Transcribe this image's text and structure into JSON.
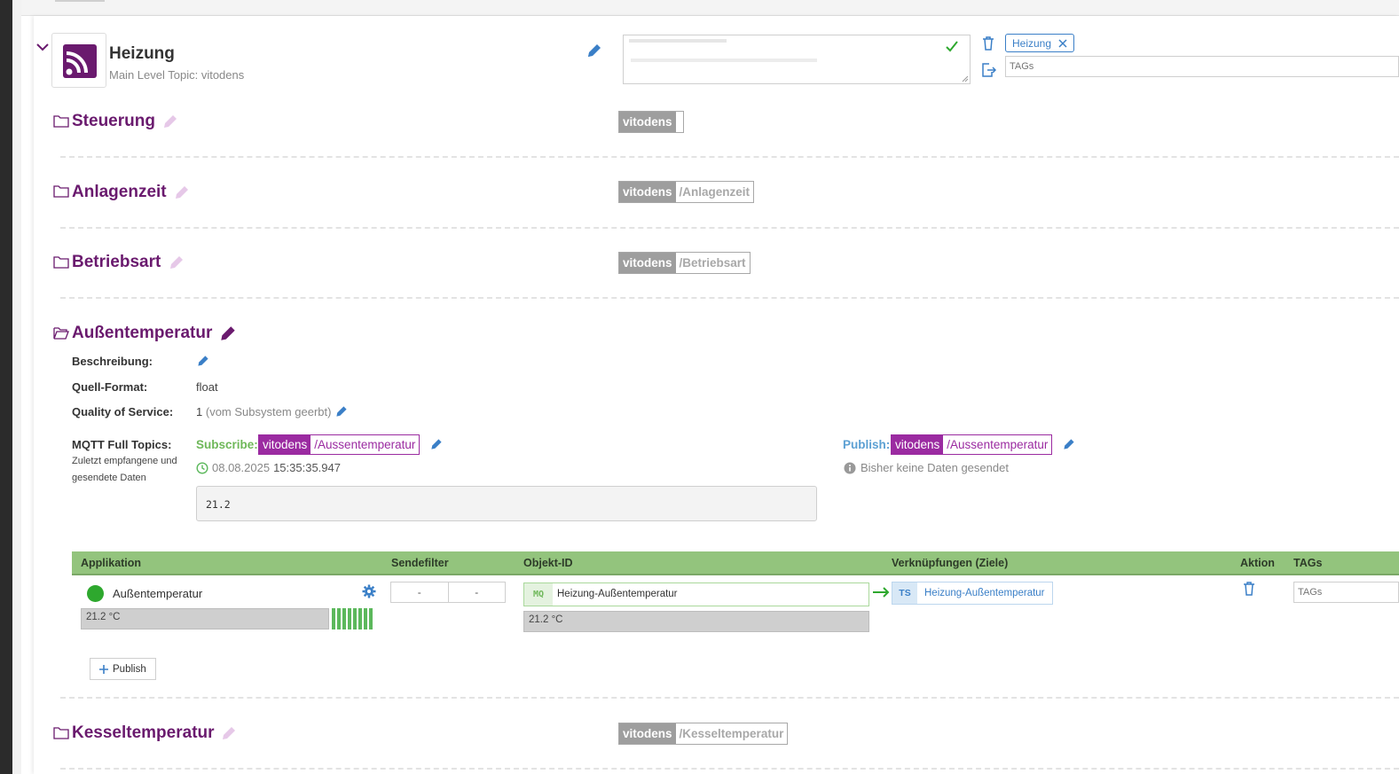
{
  "header": {
    "title": "Heizung",
    "subtitle": "Main Level Topic: vitodens",
    "tag": "Heizung",
    "tags_placeholder": "TAGs"
  },
  "sections": [
    {
      "name": "Steuerung",
      "topic_base": "vitodens",
      "topic_sub": ""
    },
    {
      "name": "Anlagenzeit",
      "topic_base": "vitodens",
      "topic_sub": "/Anlagenzeit"
    },
    {
      "name": "Betriebsart",
      "topic_base": "vitodens",
      "topic_sub": "/Betriebsart"
    },
    {
      "name": "Außentemperatur"
    },
    {
      "name": "Kesseltemperatur",
      "topic_base": "vitodens",
      "topic_sub": "/Kesseltemperatur"
    }
  ],
  "details": {
    "beschreibung_label": "Beschreibung:",
    "quell_format_label": "Quell-Format:",
    "quell_format_value": "float",
    "qos_label": "Quality of Service:",
    "qos_value": "1",
    "qos_note": "(vom Subsystem geerbt)",
    "mqtt_label": "MQTT Full Topics:",
    "mqtt_note_line1": "Zuletzt empfangene und",
    "mqtt_note_line2": "gesendete Daten",
    "subscribe_label": "Subscribe:",
    "publish_label": "Publish:",
    "topic_base": "vitodens",
    "topic_sub": "/Aussentemperatur",
    "last_received_date": "08.08.2025",
    "last_received_time": "15:35:35.947",
    "no_data_sent": "Bisher keine Daten gesendet",
    "payload": "21.2"
  },
  "table": {
    "headers": [
      "Applikation",
      "Sendefilter",
      "Objekt-ID",
      "Verknüpfungen (Ziele)",
      "Aktion",
      "TAGs"
    ],
    "row": {
      "app_name": "Außentemperatur",
      "app_value": "21.2 °C",
      "filter_a": "-",
      "filter_b": "-",
      "object_prefix": "MQ",
      "object_id": "Heizung-Außentemperatur",
      "object_value": "21.2 °C",
      "target_prefix": "TS",
      "target_name": "Heizung-Außentemperatur",
      "tags_placeholder": "TAGs"
    },
    "publish_button": "Publish"
  },
  "colors": {
    "accent": "#6a1a6e",
    "topic_live": "#9b2ba1",
    "table_header": "#93c47d",
    "status_green": "#2ea82e",
    "edit_blue": "#3a7fc7"
  }
}
